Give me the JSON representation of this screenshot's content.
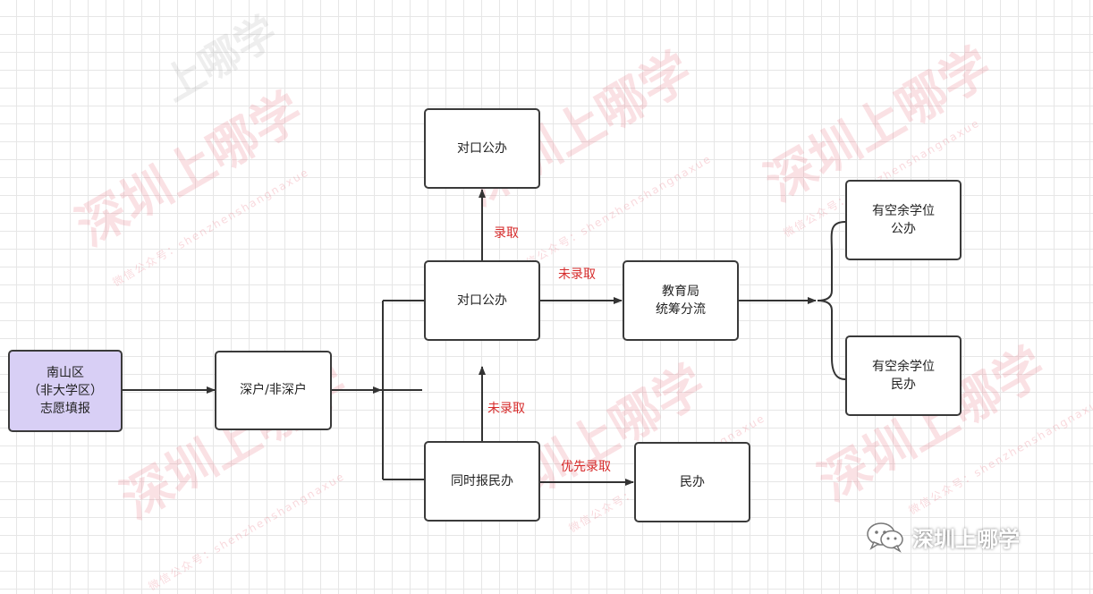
{
  "nodes": {
    "start": [
      "南山区",
      "（非大学区）",
      "志愿填报"
    ],
    "hukou": "深户/非深户",
    "duikou_top": "对口公办",
    "duikou_mid": "对口公办",
    "minban_apply": "同时报民办",
    "edu_bureau": [
      "教育局",
      "统筹分流"
    ],
    "public_vacancy": [
      "有空余学位",
      "公办"
    ],
    "private_vacancy": [
      "有空余学位",
      "民办"
    ],
    "minban": "民办"
  },
  "edge_labels": {
    "admitted": "录取",
    "not_admitted_right": "未录取",
    "not_admitted_up": "未录取",
    "priority_admitted": "优先录取"
  },
  "watermark": {
    "main": "深圳上哪学",
    "gray": "上哪学",
    "sub": "微信公众号：shenzhenshangnaxue"
  },
  "badge": {
    "label": "深圳上哪学",
    "icon": "wechat-icon"
  },
  "colors": {
    "start_fill": "#d8cff5",
    "edge_label": "#d62b2b",
    "line": "#333333",
    "watermark": "#e87884"
  }
}
